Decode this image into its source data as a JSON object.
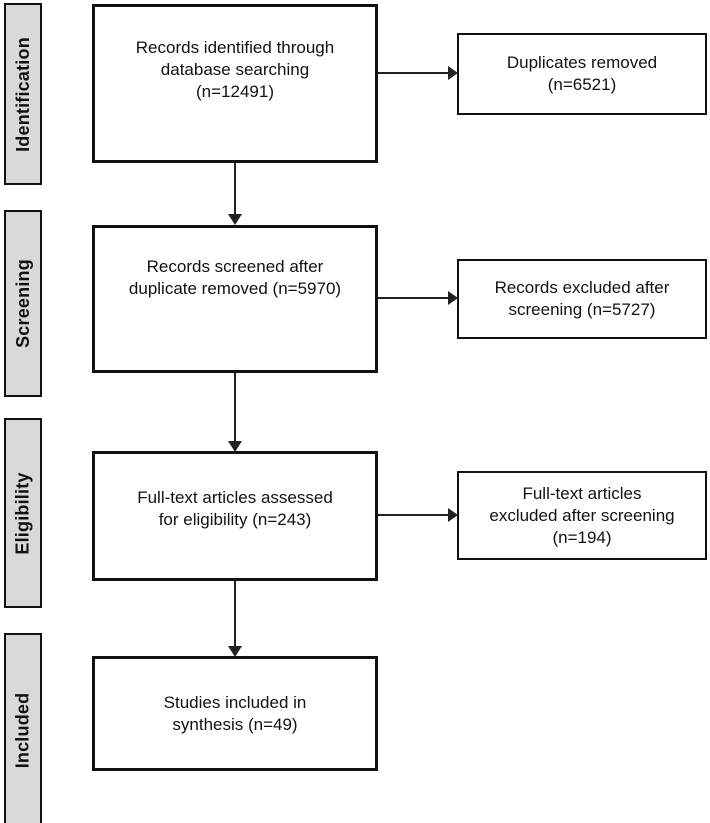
{
  "diagram": {
    "type": "prisma-flow",
    "colors": {
      "stage_fill": "#d9d9d9",
      "box_border": "#111111",
      "arrow": "#222222",
      "background": "#ffffff"
    },
    "stages": [
      {
        "label": "Identification"
      },
      {
        "label": "Screening"
      },
      {
        "label": "Eligibility"
      },
      {
        "label": "Included"
      }
    ],
    "flow_boxes": [
      {
        "text": "Records identified through\ndatabase searching\n(n=12491)",
        "n": 12491
      },
      {
        "text": "Records screened after\nduplicate removed (n=5970)",
        "n": 5970
      },
      {
        "text": "Full-text articles assessed\nfor eligibility (n=243)",
        "n": 243
      },
      {
        "text": "Studies included in\nsynthesis (n=49)",
        "n": 49
      }
    ],
    "side_boxes": [
      {
        "text": "Duplicates removed\n(n=6521)",
        "n": 6521
      },
      {
        "text": "Records excluded after\nscreening (n=5727)",
        "n": 5727
      },
      {
        "text": "Full-text articles\nexcluded after screening\n(n=194)",
        "n": 194
      }
    ]
  }
}
